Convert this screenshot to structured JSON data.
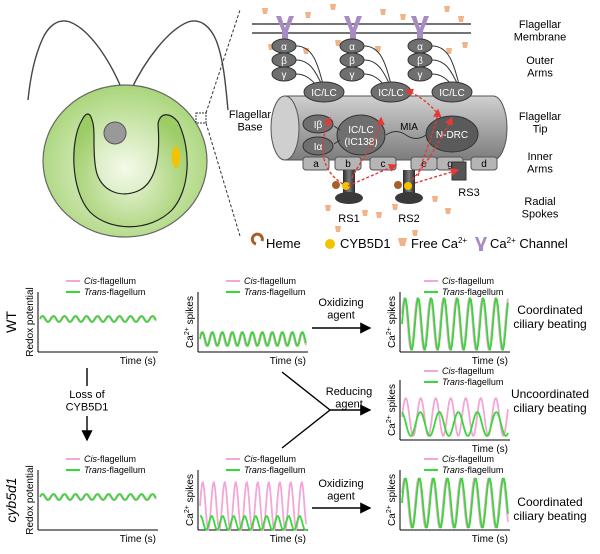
{
  "top": {
    "membrane_label": "Flagellar\nMembrane",
    "outer_arms_label": "Outer\nArms",
    "flagellar_base_label": "Flagellar\nBase",
    "flagellar_tip_label": "Flagellar\nTip",
    "inner_arms_label": "Inner\nArms",
    "radial_spokes_label": "Radial\nSpokes",
    "greek": [
      "α",
      "β",
      "γ"
    ],
    "iclc": "IC/LC",
    "iclc_138_line1": "IC/LC",
    "iclc_138_line2": "(IC138)",
    "mia": "MIA",
    "ndrc": "N-DRC",
    "i_beta": "Iβ",
    "i_alpha": "Iα",
    "inner_letters": [
      "a",
      "b",
      "c",
      "e",
      "g",
      "d"
    ],
    "rs": [
      "RS1",
      "RS2",
      "RS3"
    ],
    "legend": {
      "heme": "Heme",
      "cyb5d1": "CYB5D1",
      "free_ca": "Free Ca",
      "ca_channel": "Ca",
      "ca_channel_suffix": " Channel",
      "sup": "2+"
    },
    "colors": {
      "cell_green": "#8bc34a",
      "channel_purple": "#a98bc4",
      "ca_orange": "#f1b48a",
      "heme_brown": "#a5602a",
      "cyb5d1_yellow": "#f5c200",
      "arrow_red": "#e53935"
    }
  },
  "bottom": {
    "row_wt": "WT",
    "row_mutant": "cyb5d1",
    "loss_label": "Loss of\nCYB5D1",
    "oxidizing": "Oxidizing\nagent",
    "reducing": "Reducing\nagent",
    "coordinated": "Coordinated\nciliary beating",
    "uncoordinated": "Uncoordinated\nciliary beating",
    "cis": "Cis",
    "trans": "Trans",
    "flagellum_suffix": "-flagellum",
    "time": "Time (s)",
    "redox": "Redox potential",
    "ca_spikes": "Ca",
    "ca_spikes_suffix": " spikes",
    "sup": "2+",
    "colors": {
      "cis_pink": "#f4a6d7",
      "trans_green": "#39d83a",
      "axis": "#000000"
    }
  }
}
